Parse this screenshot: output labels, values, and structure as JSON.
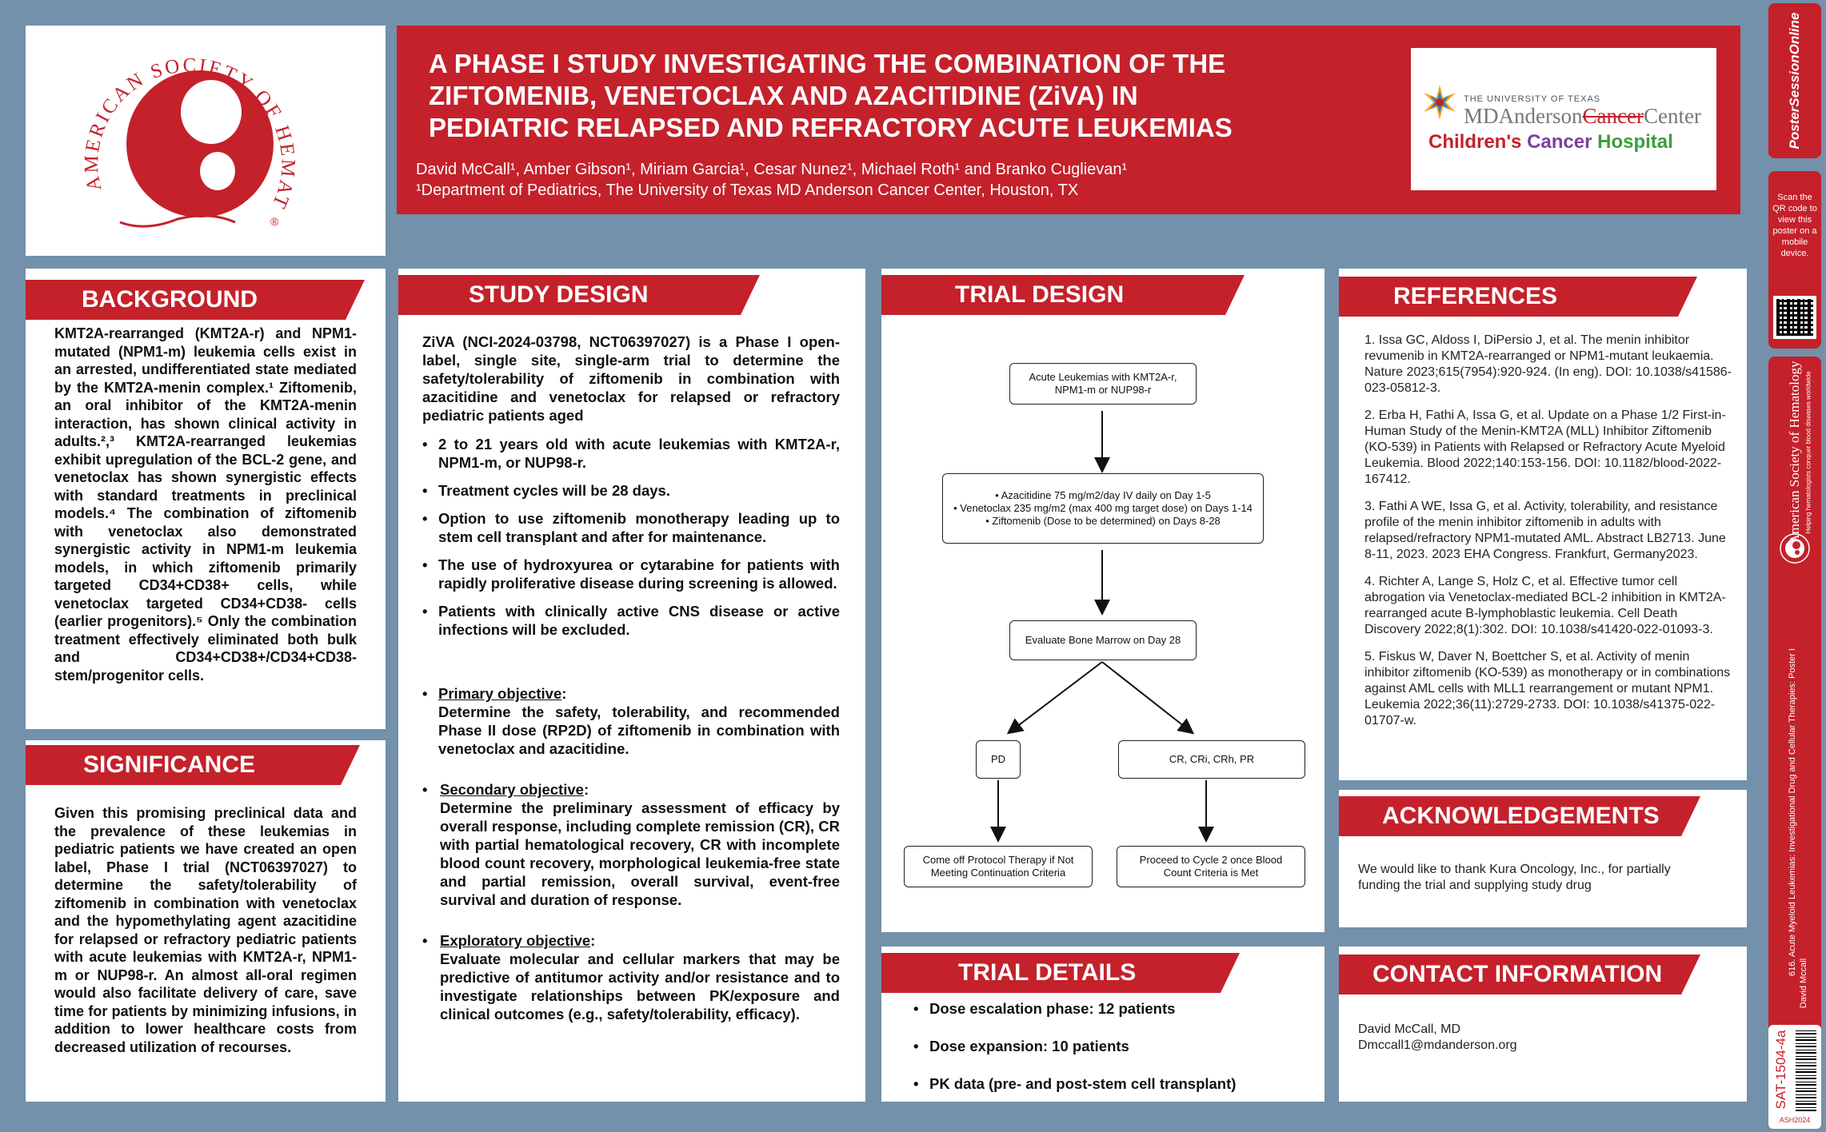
{
  "header": {
    "title_lines": [
      "A PHASE I STUDY INVESTIGATING THE COMBINATION OF THE",
      "ZIFTOMENIB, VENETOCLAX AND AZACITIDINE (ZiVA) IN",
      "PEDIATRIC RELAPSED AND REFRACTORY ACUTE LEUKEMIAS"
    ],
    "authors": "David McCall¹, Amber Gibson¹, Miriam Garcia¹, Cesar Nunez¹, Michael Roth¹ and Branko Cuglievan¹",
    "affiliation": "¹Department of Pediatrics, The University of Texas MD Anderson Cancer Center, Houston, TX"
  },
  "ash_logo": {
    "ring_text": "AMERICAN SOCIETY OF HEMATOLOGY",
    "registered": "®"
  },
  "mda_logo": {
    "line1": "THE UNIVERSITY OF TEXAS",
    "md_anderson": "MDAnderson",
    "cancer": "Cancer",
    "center": "Center",
    "childrens": "Children's",
    "cancer2": "Cancer",
    "hospital": "Hospital"
  },
  "background": {
    "heading": "BACKGROUND",
    "text": "KMT2A-rearranged (KMT2A-r) and NPM1-mutated (NPM1-m) leukemia cells exist in an arrested, undifferentiated state mediated by the KMT2A-menin complex.¹ Ziftomenib, an oral inhibitor of the KMT2A-menin interaction, has shown clinical activity in adults.²,³ KMT2A-rearranged leukemias exhibit upregulation of the BCL-2 gene, and venetoclax has shown synergistic effects with standard treatments in preclinical models.⁴ The combination of ziftomenib with venetoclax also demonstrated synergistic activity in NPM1-m leukemia models, in which ziftomenib primarily targeted CD34+CD38+ cells, while venetoclax targeted CD34+CD38- cells (earlier progenitors).⁵ Only the combination treatment effectively eliminated both bulk and CD34+CD38+/CD34+CD38- stem/progenitor cells."
  },
  "significance": {
    "heading": "SIGNIFICANCE",
    "text": "Given this promising preclinical data and the prevalence of these leukemias in pediatric patients we have created an open label, Phase I trial (NCT06397027) to determine the safety/tolerability of ziftomenib in combination with venetoclax and the hypomethylating agent azacitidine for relapsed or refractory pediatric patients with acute leukemias with KMT2A-r, NPM1-m or NUP98-r. An almost all-oral regimen would also facilitate delivery of care, save time for patients by minimizing infusions, in addition to lower healthcare costs from decreased utilization of recourses."
  },
  "study_design": {
    "heading": "STUDY DESIGN",
    "intro": "ZiVA (NCI-2024-03798, NCT06397027) is a Phase I open-label, single site, single-arm trial to determine the safety/tolerability of ziftomenib in combination with azacitidine and venetoclax for relapsed or refractory pediatric patients aged",
    "bullets": [
      "2 to 21 years old with acute leukemias with KMT2A-r, NPM1-m, or NUP98-r.",
      "Treatment cycles will be 28 days.",
      "Option to use ziftomenib monotherapy leading up to stem cell transplant and after for maintenance.",
      "The use of hydroxyurea or cytarabine for patients with rapidly proliferative disease during screening is allowed.",
      "Patients with clinically active CNS disease or active infections will be excluded."
    ],
    "objectives": [
      {
        "label": "Primary objective",
        "text": "Determine the safety, tolerability, and recommended Phase II dose (RP2D) of ziftomenib in combination with venetoclax and azacitidine."
      },
      {
        "label": "Secondary objective",
        "text": "Determine the preliminary assessment of efficacy by overall response, including complete remission (CR), CR with partial hematological recovery, CR with incomplete blood count recovery, morphological leukemia-free state and partial remission, overall survival, event-free survival and duration of response."
      },
      {
        "label": "Exploratory objective",
        "text": "Evaluate molecular and cellular markers that may be predictive of antitumor activity and/or resistance and to investigate relationships between PK/exposure and clinical outcomes (e.g., safety/tolerability, efficacy)."
      }
    ]
  },
  "trial_design": {
    "heading": "TRIAL DESIGN",
    "box1": "Acute Leukemias with KMT2A-r, NPM1-m or NUP98-r",
    "box2_items": [
      "Azacitidine 75 mg/m2/day IV daily on Day 1-5",
      "Venetoclax 235 mg/m2 (max 400 mg target dose) on Days 1-14",
      "Ziftomenib (Dose to be determined) on Days 8-28"
    ],
    "box3": "Evaluate Bone Marrow on Day 28",
    "box4": "PD",
    "box5": "CR, CRi, CRh, PR",
    "box6": "Come off Protocol Therapy if Not Meeting Continuation Criteria",
    "box7": "Proceed to Cycle 2 once Blood Count Criteria is Met"
  },
  "trial_details": {
    "heading": "TRIAL DETAILS",
    "items": [
      "Dose escalation phase: 12 patients",
      "Dose expansion: 10 patients",
      "PK data (pre- and post-stem cell transplant)"
    ]
  },
  "references": {
    "heading": "REFERENCES",
    "items": [
      "1.      Issa GC, Aldoss I, DiPersio J, et al. The menin inhibitor revumenib in KMT2A-rearranged or NPM1-mutant leukaemia. Nature 2023;615(7954):920-924. (In eng). DOI: 10.1038/s41586-023-05812-3.",
      "2.      Erba H, Fathi A, Issa G, et al. Update on a Phase 1/2 First-in-Human Study of the Menin-KMT2A (MLL) Inhibitor Ziftomenib (KO-539) in Patients with Relapsed or Refractory Acute Myeloid Leukemia. Blood 2022;140:153-156. DOI: 10.1182/blood-2022-167412.",
      "3.      Fathi A WE, Issa G, et al. Activity, tolerability, and resistance profile of the menin inhibitor ziftomenib in adults with relapsed/refractory NPM1-mutated AML. Abstract LB2713. June 8-11, 2023.  2023 EHA Congress. Frankfurt, Germany2023.",
      "4.      Richter A, Lange S, Holz C, et al. Effective tumor cell abrogation via Venetoclax-mediated BCL-2 inhibition in KMT2A-rearranged acute B-lymphoblastic leukemia. Cell Death Discovery 2022;8(1):302. DOI: 10.1038/s41420-022-01093-3.",
      "5.      Fiskus W, Daver N, Boettcher S, et al. Activity of menin inhibitor ziftomenib (KO-539) as monotherapy or in combinations against AML cells with MLL1 rearrangement or mutant NPM1. Leukemia 2022;36(11):2729-2733. DOI: 10.1038/s41375-022-01707-w."
    ]
  },
  "acknowledgements": {
    "heading": "ACKNOWLEDGEMENTS",
    "text": "We would like to thank Kura Oncology, Inc., for partially funding the trial and supplying study drug"
  },
  "contact": {
    "heading": "CONTACT INFORMATION",
    "name": "David McCall, MD",
    "email": "Dmccall1@mdanderson.org"
  },
  "sidebar": {
    "brand": "PosterSessionOnline",
    "qr_text": "Scan the QR code to view this poster on a mobile device.",
    "ash_name": "American Society of Hematology",
    "ash_tagline": "Helping hematologists conquer blood diseases worldwide",
    "session": "616. Acute Myeloid Leukemias: Investigational Drug and Cellular Therapies: Poster I",
    "author": "David Mccall",
    "poster_id": "SAT-1504-4a",
    "meeting": "ASH2024"
  },
  "colors": {
    "accent_red": "#c4212b",
    "background_blue": "#7391aa"
  }
}
